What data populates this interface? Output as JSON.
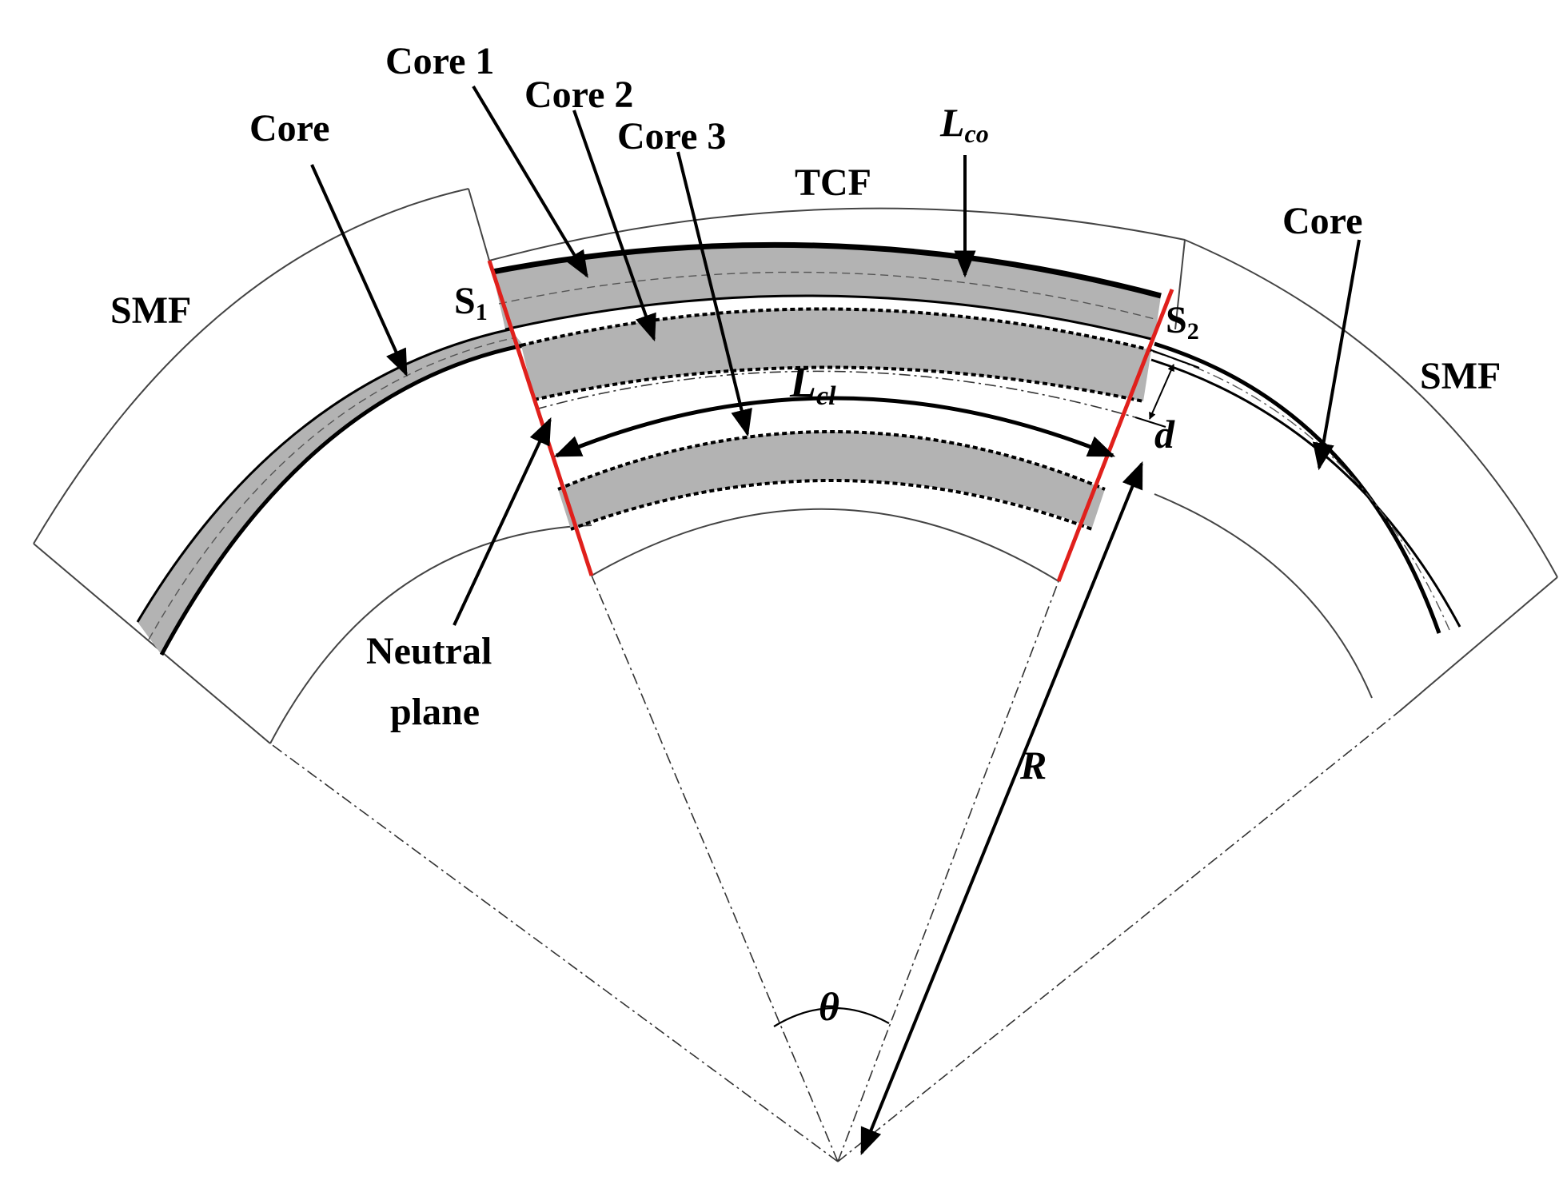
{
  "labels": {
    "core_left": "Core",
    "core_1": "Core 1",
    "core_2": "Core 2",
    "core_3": "Core 3",
    "tcf": "TCF",
    "l_co_main": "L",
    "l_co_sub": "co",
    "core_right": "Core",
    "smf_left": "SMF",
    "smf_right": "SMF",
    "s1_main": "S",
    "s1_sub": "1",
    "s2_main": "S",
    "s2_sub": "2",
    "l_cl_main": "L",
    "l_cl_sub": "cl",
    "d": "d",
    "neutral_line1": "Neutral",
    "neutral_line2": "plane",
    "r": "R",
    "theta": "θ"
  },
  "colors": {
    "line": "#000000",
    "core_fill": "#b3b3b3",
    "red_marker": "#e0201c",
    "background": "#ffffff"
  }
}
